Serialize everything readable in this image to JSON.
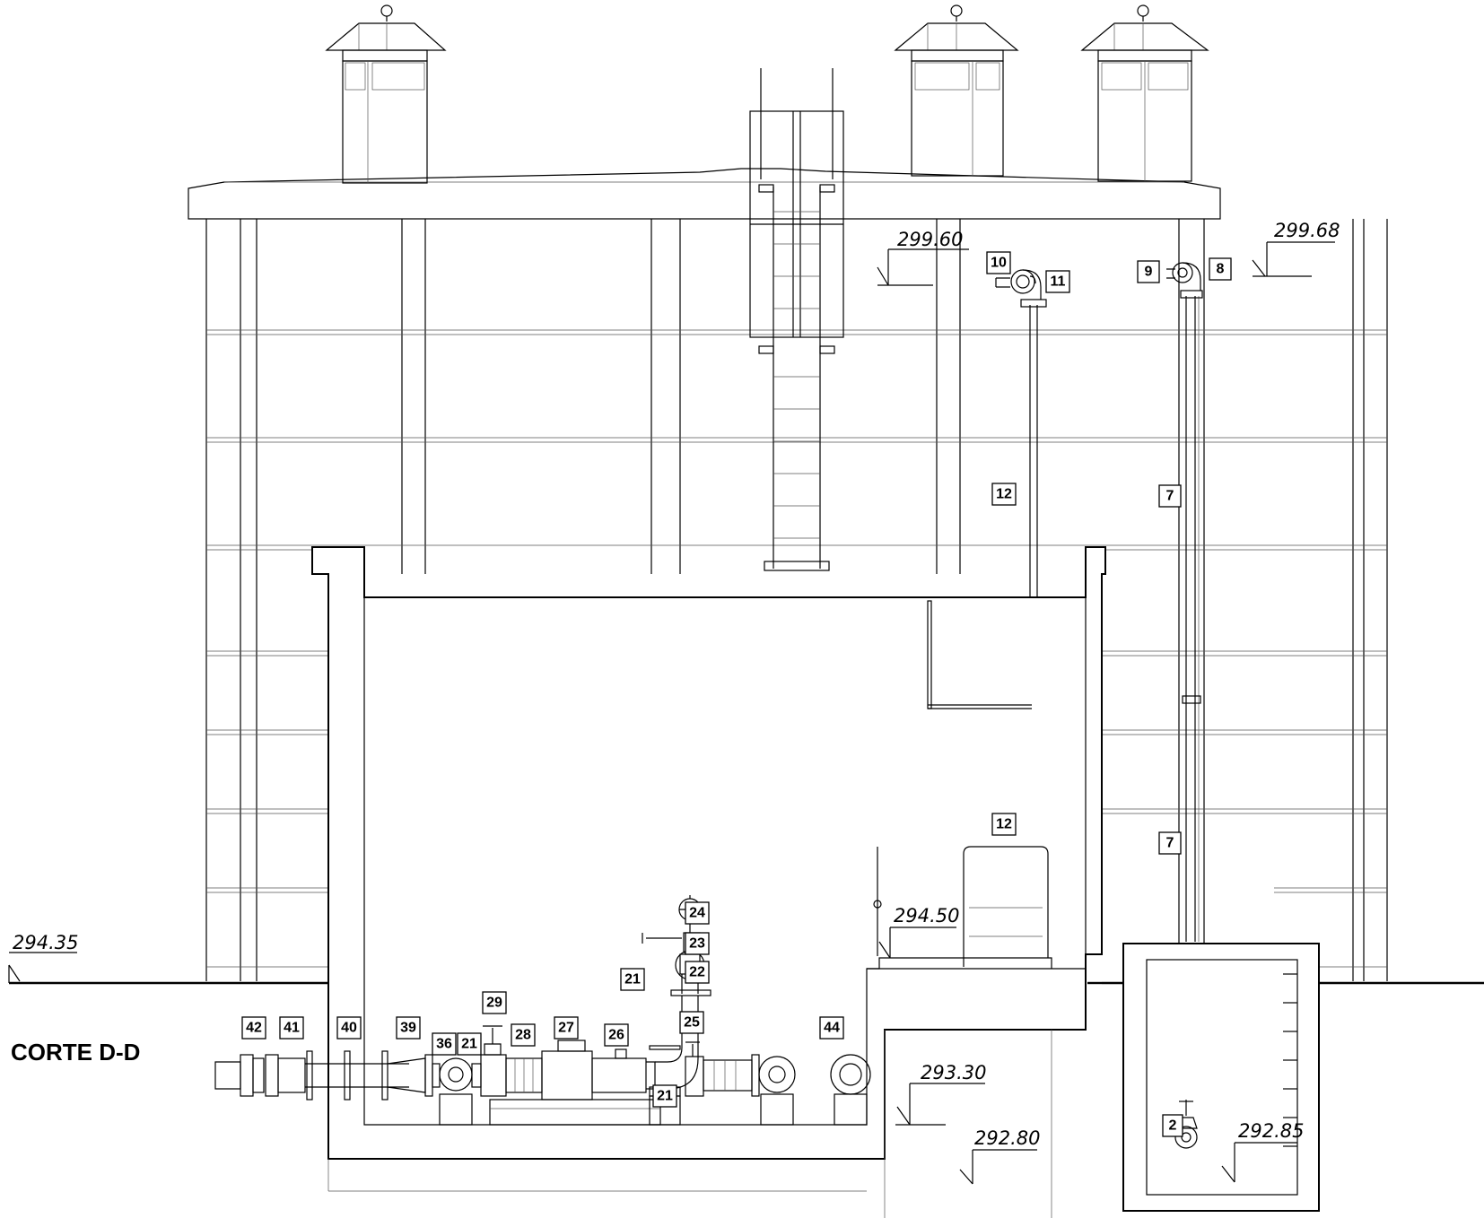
{
  "title": "CORTE D-D",
  "levels": {
    "lvl_29935": "294.35",
    "lvl_29960": "299.60",
    "lvl_29968": "299.68",
    "lvl_29450": "294.50",
    "lvl_29330": "293.30",
    "lvl_29280": "292.80",
    "lvl_29285": "292.85"
  },
  "tags": {
    "t2": "2",
    "t7a": "7",
    "t7b": "7",
    "t8": "8",
    "t9": "9",
    "t10": "10",
    "t11": "11",
    "t12a": "12",
    "t12b": "12",
    "t21a": "21",
    "t21b": "21",
    "t21c": "21",
    "t22": "22",
    "t23": "23",
    "t24": "24",
    "t25": "25",
    "t26": "26",
    "t27": "27",
    "t28": "28",
    "t29": "29",
    "t36": "36",
    "t39": "39",
    "t40": "40",
    "t41": "41",
    "t42": "42",
    "t44": "44"
  }
}
